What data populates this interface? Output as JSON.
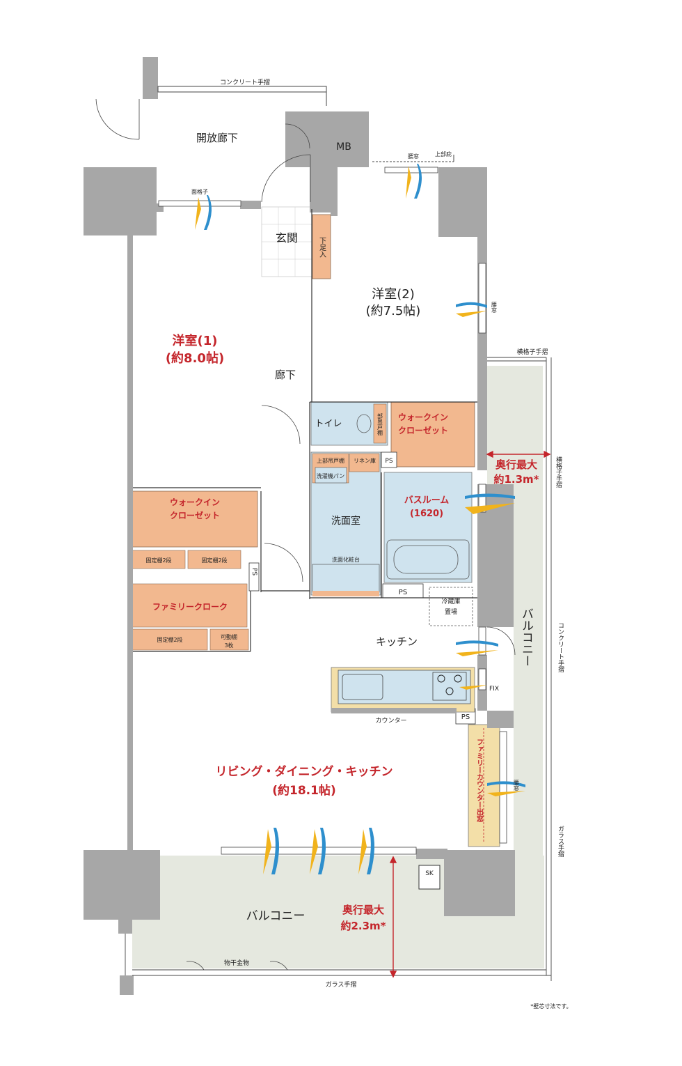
{
  "labels": {
    "concrete_rail_top": "コンクリート手摺",
    "corridor": "開放廊下",
    "mb": "MB",
    "window_small_top": "腰窓",
    "upper_eave": "上部庇",
    "face_lattice": "面格子",
    "entrance": "玄関",
    "shoe_box": "下足入",
    "room2_name": "洋室(2)",
    "room2_size": "(約7.5帖)",
    "window_room2": "腰窓",
    "side_lattice_top": "横格子手摺",
    "room1_name": "洋室(1)",
    "room1_size": "(約8.0帖)",
    "hallway": "廊下",
    "toilet": "トイレ",
    "toilet_shelf": "部吊戸棚",
    "wic_right_1": "ウォークイン",
    "wic_right_2": "クローゼット",
    "depth_right_1": "奥行最大",
    "depth_right_2": "約1.3m*",
    "side_lattice_right": "横格子手摺",
    "upper_cabinet": "上部吊戸棚",
    "linen": "リネン庫",
    "ps_top": "PS",
    "laundry_pan": "洗濯機パン",
    "bathroom_1": "バスルーム",
    "bathroom_2": "(1620)",
    "wic_left_1": "ウォークイン",
    "wic_left_2": "クローゼット",
    "washroom": "洗面室",
    "vanity": "洗面化粧台",
    "fixed_shelf_a": "固定棚2段",
    "fixed_shelf_b": "固定棚2段",
    "ps_left": "PS",
    "ps_bath": "PS",
    "fridge_1": "冷蔵庫",
    "fridge_2": "置場",
    "family_cloak": "ファミリークローク",
    "fixed_shelf_c": "固定棚2段",
    "movable_shelf_1": "可動棚",
    "movable_shelf_2": "3枚",
    "kitchen": "キッチン",
    "balcony_side": "バルコニー",
    "concrete_rail_side": "コンクリート手摺",
    "fix": "FIX",
    "ps_counter": "PS",
    "counter": "カウンター",
    "ldk_name": "リビング・ダイニング・キッチン",
    "ldk_size": "(約18.1帖)",
    "family_counter": "ファミリーカウンター出窓",
    "window_ldk": "腰窓",
    "glass_rail_side": "ガラス手摺",
    "sk": "SK",
    "balcony_bottom": "バルコニー",
    "depth_bottom_1": "奥行最大",
    "depth_bottom_2": "約2.3m*",
    "drying_hardware": "物干金物",
    "glass_rail_bottom": "ガラス手摺",
    "footnote": "*壁芯寸法です。"
  },
  "colors": {
    "wall": "#a7a7a7",
    "water": "#cfe3ee",
    "storage": "#f2b88f",
    "balcony": "#e5e8df",
    "counter": "#f3dfa8",
    "accent": "#c4252b",
    "airflow_blue": "#2e8fcd",
    "airflow_yellow": "#f1b31c"
  }
}
